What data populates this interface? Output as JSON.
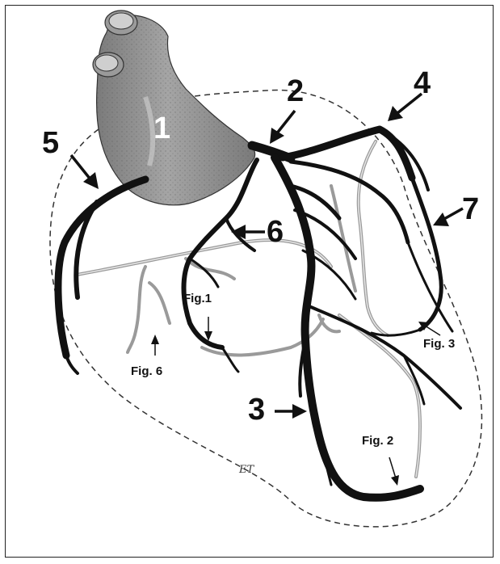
{
  "labels": {
    "n1": "1",
    "n2": "2",
    "n3": "3",
    "n4": "4",
    "n5": "5",
    "n6": "6",
    "n7": "7"
  },
  "figure_refs": {
    "fig1": "Fig.1",
    "fig2": "Fig. 2",
    "fig3": "Fig. 3",
    "fig6": "Fig. 6"
  },
  "signature": "ET",
  "colors": {
    "aorta_fill": "#8d8d8d",
    "vessel": "#111111",
    "minor_vessel": "#b5b5b5",
    "outline_dash": "#333333"
  }
}
